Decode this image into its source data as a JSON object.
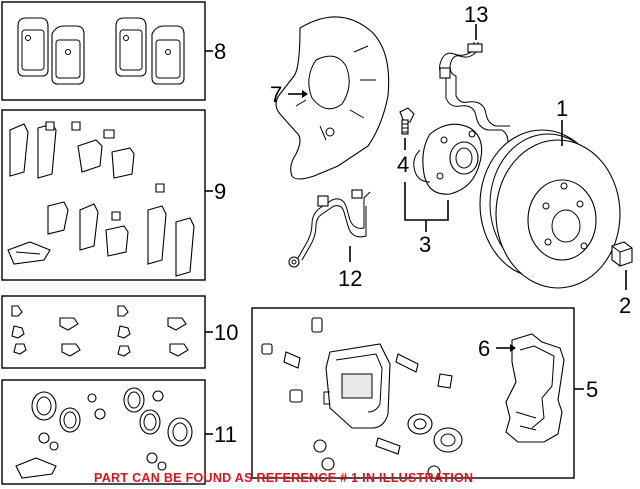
{
  "diagram": {
    "callouts": [
      {
        "id": "1",
        "label": "1"
      },
      {
        "id": "2",
        "label": "2"
      },
      {
        "id": "3",
        "label": "3"
      },
      {
        "id": "4",
        "label": "4"
      },
      {
        "id": "5",
        "label": "5"
      },
      {
        "id": "6",
        "label": "6"
      },
      {
        "id": "7",
        "label": "7"
      },
      {
        "id": "8",
        "label": "8"
      },
      {
        "id": "9",
        "label": "9"
      },
      {
        "id": "10",
        "label": "10"
      },
      {
        "id": "11",
        "label": "11"
      },
      {
        "id": "12",
        "label": "12"
      },
      {
        "id": "13",
        "label": "13"
      }
    ],
    "note": "PART CAN BE FOUND AS REFERENCE # 1 IN ILLUSTRATION",
    "colors": {
      "note": "#d7141a",
      "line": "#000000",
      "background": "#ffffff"
    }
  }
}
